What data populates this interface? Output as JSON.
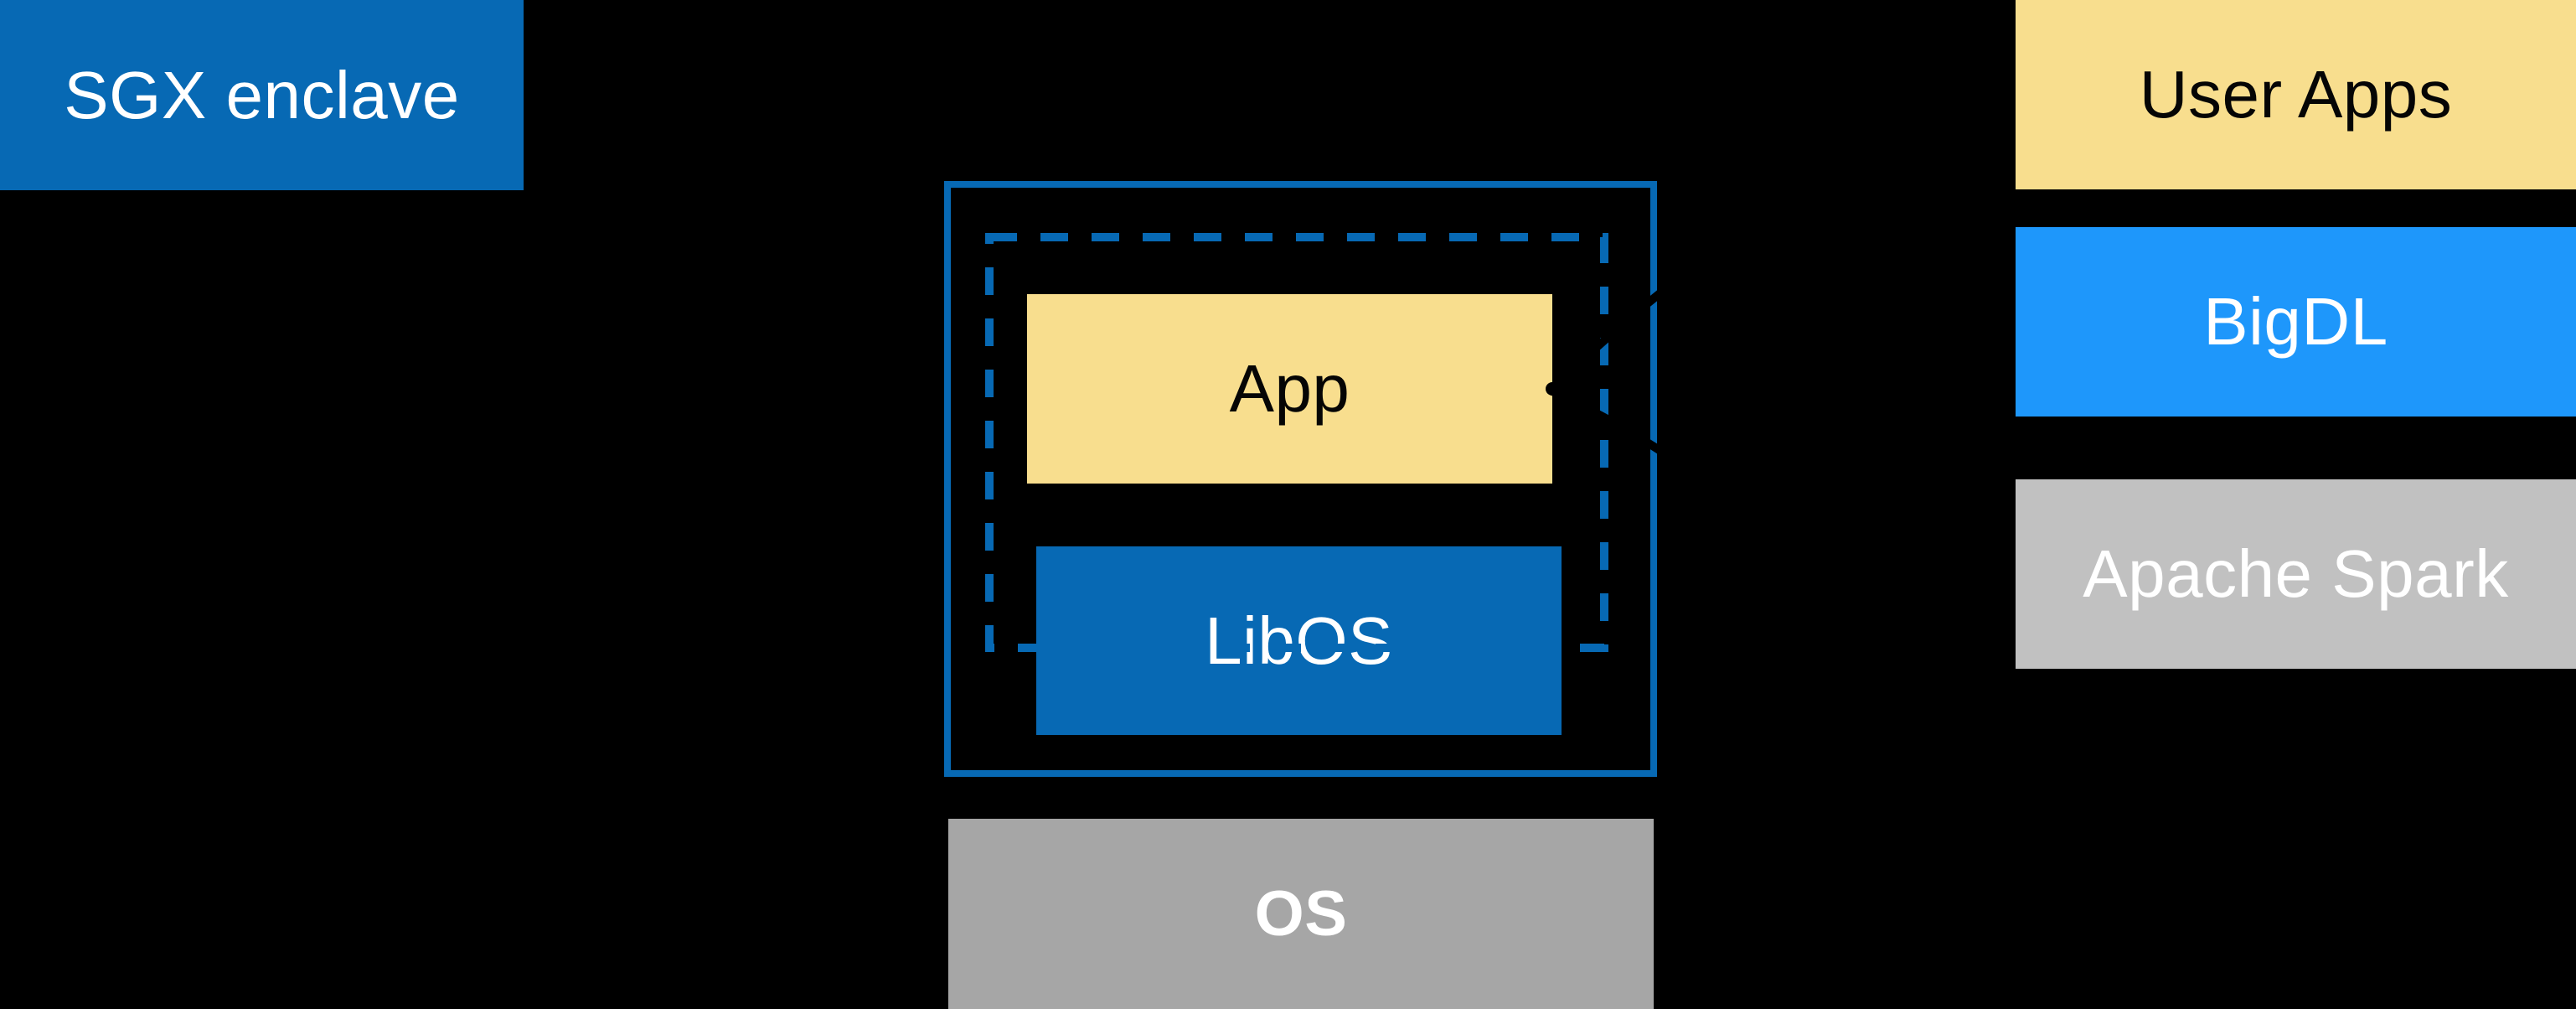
{
  "diagram": {
    "background": "#000000",
    "left": {
      "sgx_label": "SGX enclave"
    },
    "center": {
      "app_label": "App",
      "libos_label": "LibOS",
      "os_label": "OS"
    },
    "right_stack": [
      {
        "label": "User Apps"
      },
      {
        "label": "BigDL"
      },
      {
        "label": "Apache Spark"
      }
    ],
    "colors": {
      "background": "#000000",
      "intel_blue": "#0769B4",
      "bright_blue": "#1E97FB",
      "yellow": "#F8DE8E",
      "gray_os": "#A6A6A6",
      "gray_spark": "#C1C1C1",
      "text_dark": "#050505",
      "text_light": "#FFFFFF",
      "connector": "#000000"
    }
  }
}
